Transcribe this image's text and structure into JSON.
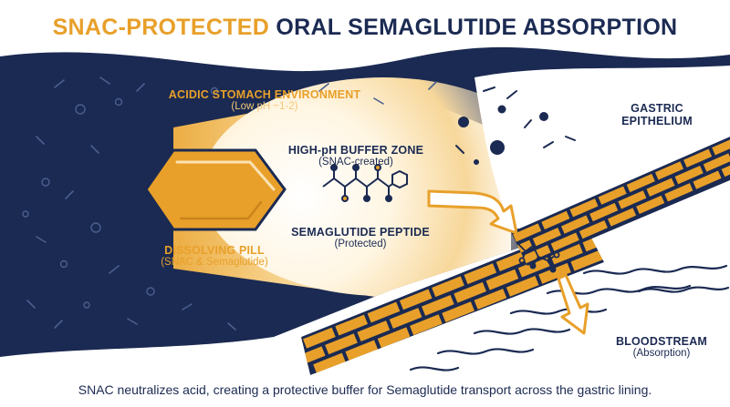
{
  "title": {
    "highlight": "SNAC-PROTECTED",
    "rest": " ORAL SEMAGLUTIDE ABSORPTION"
  },
  "labels": {
    "stomach": {
      "heading": "ACIDIC STOMACH ENVIRONMENT",
      "sub": "(Low pH ~1-2)"
    },
    "buffer": {
      "heading": "HIGH-pH BUFFER ZONE",
      "sub": "(SNAC-created)"
    },
    "peptide": {
      "heading": "SEMAGLUTIDE PEPTIDE",
      "sub": "(Protected)"
    },
    "pill": {
      "heading": "DISSOLVING PILL",
      "sub": "(SNAC & Semaglutide)"
    },
    "epithelium": {
      "line1": "GASTRIC",
      "line2": "EPITHELIUM"
    },
    "bloodstream": {
      "heading": "BLOODSTREAM",
      "sub": "(Absorption)"
    }
  },
  "caption": "SNAC neutralizes acid, creating a protective buffer for Semaglutide transport across the gastric lining.",
  "colors": {
    "navy": "#1b2a52",
    "gold": "#e8a02a",
    "cream": "#fff6e3",
    "white": "#ffffff"
  },
  "icons": [
    "pill-icon",
    "molecule-icon",
    "arrow-icon",
    "bubble-icon",
    "wave-icon"
  ]
}
